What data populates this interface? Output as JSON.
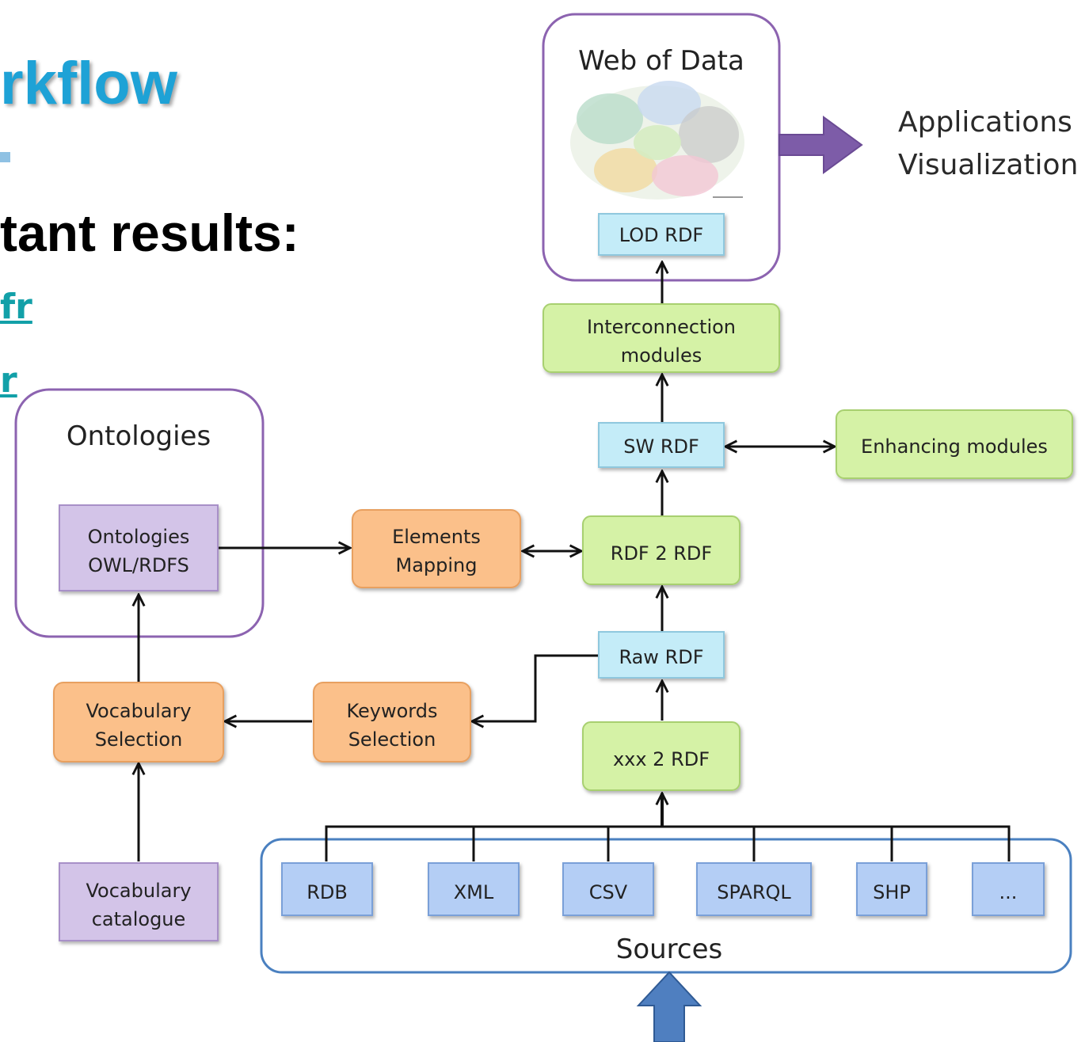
{
  "slide": {
    "title_fragment": "rkflow",
    "subtitle_fragment": "tant results:",
    "link_1": "fr",
    "link_2": "r"
  },
  "groups": {
    "web_of_data": "Web of Data",
    "ontologies": "Ontologies",
    "sources": "Sources"
  },
  "nodes": {
    "lod_rdf": "LOD RDF",
    "interconnection": [
      "Interconnection",
      "modules"
    ],
    "sw_rdf": "SW RDF",
    "enhancing": "Enhancing modules",
    "rdf2rdf": "RDF 2 RDF",
    "elements_mapping": [
      "Elements",
      "Mapping"
    ],
    "ontologies_owl": [
      "Ontologies",
      "OWL/RDFS"
    ],
    "raw_rdf": "Raw RDF",
    "keywords": [
      "Keywords",
      "Selection"
    ],
    "vocab_selection": [
      "Vocabulary",
      "Selection"
    ],
    "xxx2rdf": "xxx 2 RDF",
    "vocab_catalogue": [
      "Vocabulary",
      "catalogue"
    ]
  },
  "sources": [
    "RDB",
    "XML",
    "CSV",
    "SPARQL",
    "SHP",
    "..."
  ],
  "outputs": [
    "Applications",
    "Visualization"
  ],
  "colors": {
    "purple_box": "#d3c4e8",
    "orange_box": "#fbc08a",
    "green_box": "#d5f2a6",
    "cyan_box": "#c4ecf8",
    "blue_box": "#b4cef5",
    "purple_border": "#8c63b0",
    "blue_border": "#4a80c0"
  }
}
